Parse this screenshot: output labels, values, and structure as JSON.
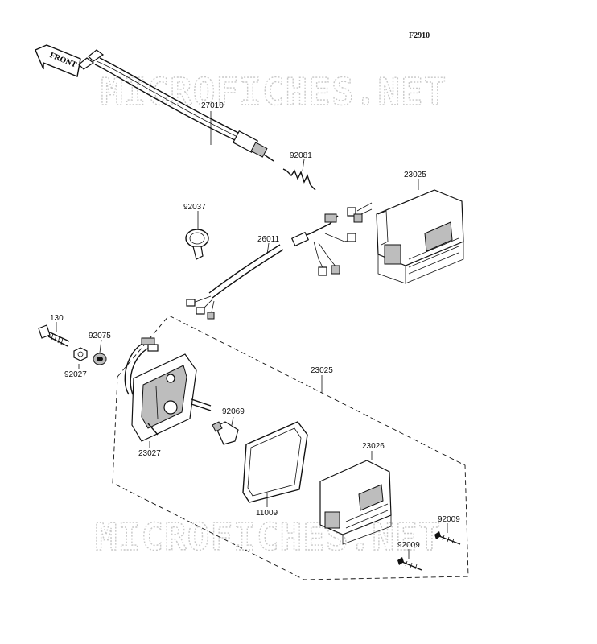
{
  "figure": {
    "code": "F2910"
  },
  "front_arrow": {
    "text": "FRONT"
  },
  "watermark": {
    "text": "MICROFICHES.NET"
  },
  "parts": {
    "p27010": "27010",
    "p92081": "92081",
    "p23025_top": "23025",
    "p92037": "92037",
    "p26011": "26011",
    "p130": "130",
    "p92075": "92075",
    "p92027": "92027",
    "p23025_mid": "23025",
    "p92069": "92069",
    "p23027": "23027",
    "p23026": "23026",
    "p11009": "11009",
    "p92009_a": "92009",
    "p92009_b": "92009"
  }
}
